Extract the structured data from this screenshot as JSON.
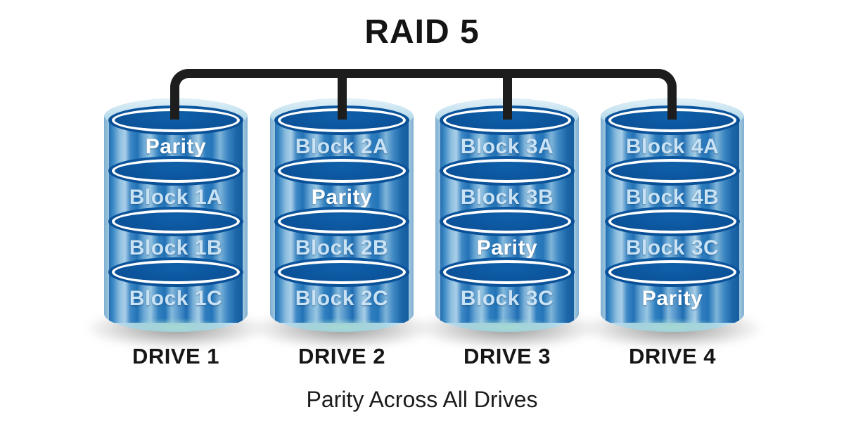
{
  "title": "RAID 5",
  "caption": "Parity Across All Drives",
  "colors": {
    "background": "#ffffff",
    "bus_connector": "#1d1d1d",
    "shell_light_blue": "#a6cfe4",
    "disk_dark_blue": "#0a4f96",
    "stripe_mid_blue": "#2272b6",
    "block_text": "#c9e2f4",
    "parity_text": "#ffffff",
    "label_text": "#161616"
  },
  "drives": [
    {
      "name": "DRIVE 1",
      "segments": [
        {
          "label": "Parity"
        },
        {
          "label": "Block 1A"
        },
        {
          "label": "Block 1B"
        },
        {
          "label": "Block 1C"
        }
      ]
    },
    {
      "name": "DRIVE 2",
      "segments": [
        {
          "label": "Block 2A"
        },
        {
          "label": "Parity"
        },
        {
          "label": "Block 2B"
        },
        {
          "label": "Block 2C"
        }
      ]
    },
    {
      "name": "DRIVE 3",
      "segments": [
        {
          "label": "Block 3A"
        },
        {
          "label": "Block 3B"
        },
        {
          "label": "Parity"
        },
        {
          "label": "Block 3C"
        }
      ]
    },
    {
      "name": "DRIVE 4",
      "segments": [
        {
          "label": "Block 4A"
        },
        {
          "label": "Block 4B"
        },
        {
          "label": "Block 3C"
        },
        {
          "label": "Parity"
        }
      ]
    }
  ]
}
